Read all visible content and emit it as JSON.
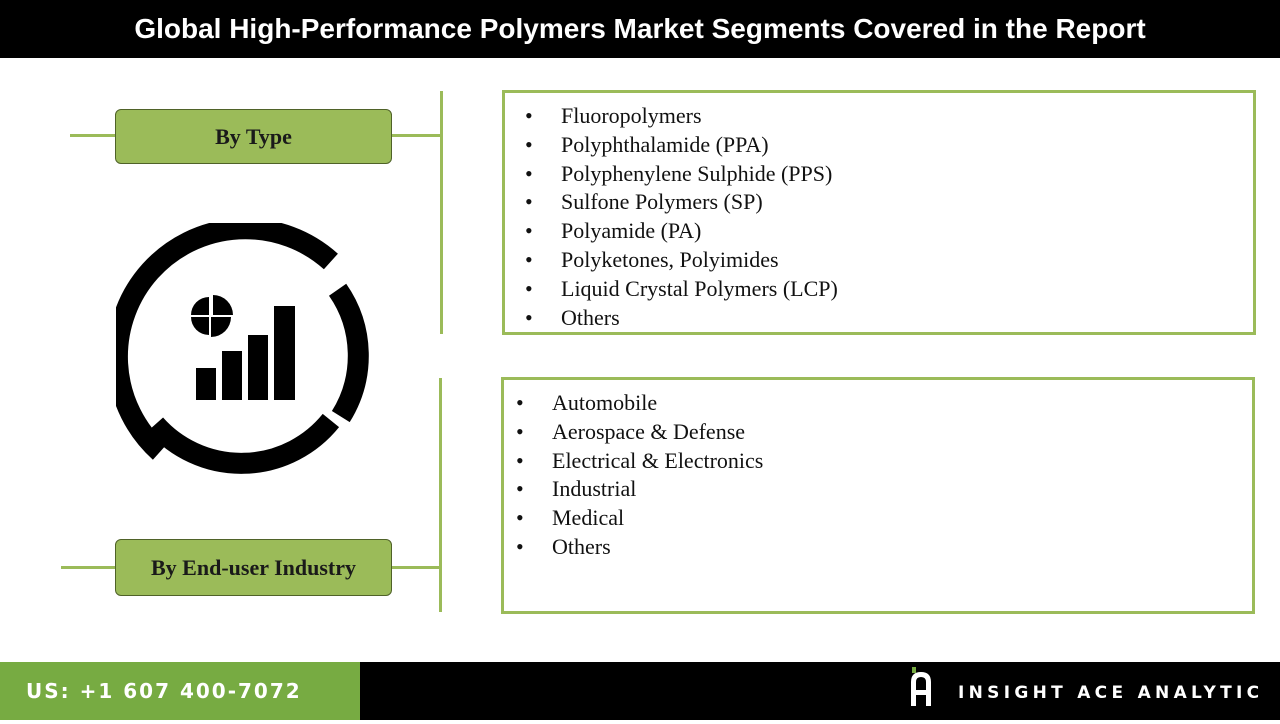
{
  "header": {
    "title": "Global High-Performance Polymers Market Segments Covered in the Report"
  },
  "segments": {
    "type": {
      "label": "By Type",
      "items": [
        "Fluoropolymers",
        "Polyphthalamide (PPA)",
        "Polyphenylene Sulphide (PPS)",
        "Sulfone Polymers (SP)",
        "Polyamide (PA)",
        "Polyketones, Polyimides",
        "Liquid Crystal Polymers (LCP)",
        "Others"
      ]
    },
    "end_user": {
      "label": "By End-user Industry",
      "items": [
        "Automobile",
        "Aerospace & Defense",
        "Electrical & Electronics",
        "Industrial",
        "Medical",
        "Others"
      ]
    }
  },
  "bullet": "•",
  "center_icon": "analytics-chart-icon",
  "footer": {
    "phone": "US: +1 607 400-7072",
    "brand_name": "INSIGHT ACE ANALYTIC",
    "brand_icon": "insight-ace-logo-icon"
  },
  "colors": {
    "accent_green": "#9bbb59",
    "footer_green": "#77ab42",
    "header_bg": "#000000"
  }
}
